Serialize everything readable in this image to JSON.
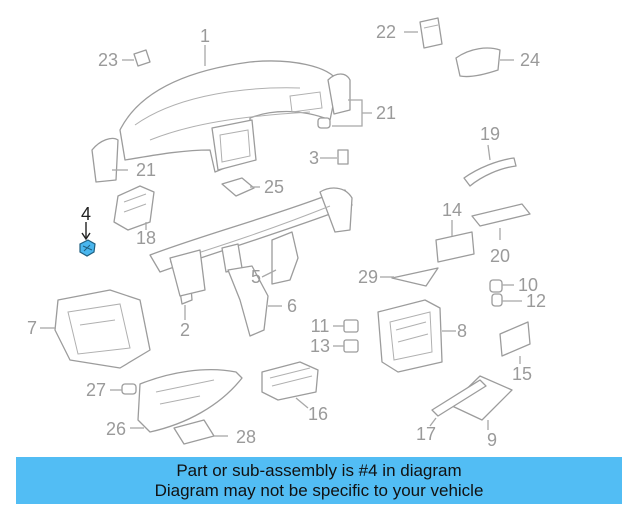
{
  "colors": {
    "banner_bg": "#52bdf4",
    "highlight_part": "#49b6ee",
    "line_gray": "#a8a8a8",
    "label_gray": "#9a9a9a",
    "highlight_label": "#222222"
  },
  "callouts": [
    {
      "id": "1",
      "label": "1"
    },
    {
      "id": "2",
      "label": "2"
    },
    {
      "id": "3",
      "label": "3"
    },
    {
      "id": "4",
      "label": "4",
      "highlighted": true
    },
    {
      "id": "5",
      "label": "5"
    },
    {
      "id": "6",
      "label": "6"
    },
    {
      "id": "7",
      "label": "7"
    },
    {
      "id": "8",
      "label": "8"
    },
    {
      "id": "9",
      "label": "9"
    },
    {
      "id": "10",
      "label": "10"
    },
    {
      "id": "11",
      "label": "11"
    },
    {
      "id": "12",
      "label": "12"
    },
    {
      "id": "13",
      "label": "13"
    },
    {
      "id": "14",
      "label": "14"
    },
    {
      "id": "15",
      "label": "15"
    },
    {
      "id": "16",
      "label": "16"
    },
    {
      "id": "17",
      "label": "17"
    },
    {
      "id": "18",
      "label": "18"
    },
    {
      "id": "19",
      "label": "19"
    },
    {
      "id": "20",
      "label": "20"
    },
    {
      "id": "21a",
      "label": "21"
    },
    {
      "id": "21b",
      "label": "21"
    },
    {
      "id": "22",
      "label": "22"
    },
    {
      "id": "23",
      "label": "23"
    },
    {
      "id": "24",
      "label": "24"
    },
    {
      "id": "25",
      "label": "25"
    },
    {
      "id": "26",
      "label": "26"
    },
    {
      "id": "27",
      "label": "27"
    },
    {
      "id": "28",
      "label": "28"
    },
    {
      "id": "29",
      "label": "29"
    }
  ],
  "banner": {
    "line1": "Part or sub-assembly is #4 in diagram",
    "line2": "Diagram may not be specific to your vehicle"
  }
}
